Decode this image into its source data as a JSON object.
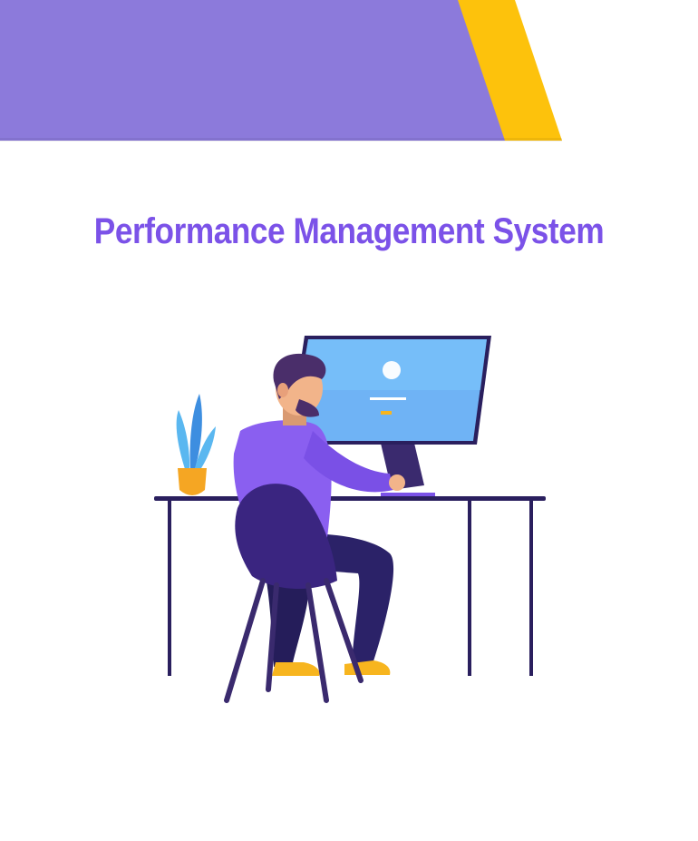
{
  "title": "Performance Management System",
  "colors": {
    "banner_purple": "#8c7adb",
    "banner_yellow": "#fdc20c",
    "title": "#7b52e8",
    "monitor_blue": "#6fb3f5",
    "shirt": "#8a5ff0",
    "chair": "#3a2580",
    "pants": "#2b2268",
    "shoes": "#f7b51f",
    "furniture": "#2a1f5e",
    "plant": "#5ab7f0",
    "pot": "#f5a623"
  },
  "illustration": {
    "subject": "person-at-computer-desk",
    "elements": [
      "monitor",
      "desk",
      "chair",
      "person",
      "potted-plant"
    ]
  }
}
